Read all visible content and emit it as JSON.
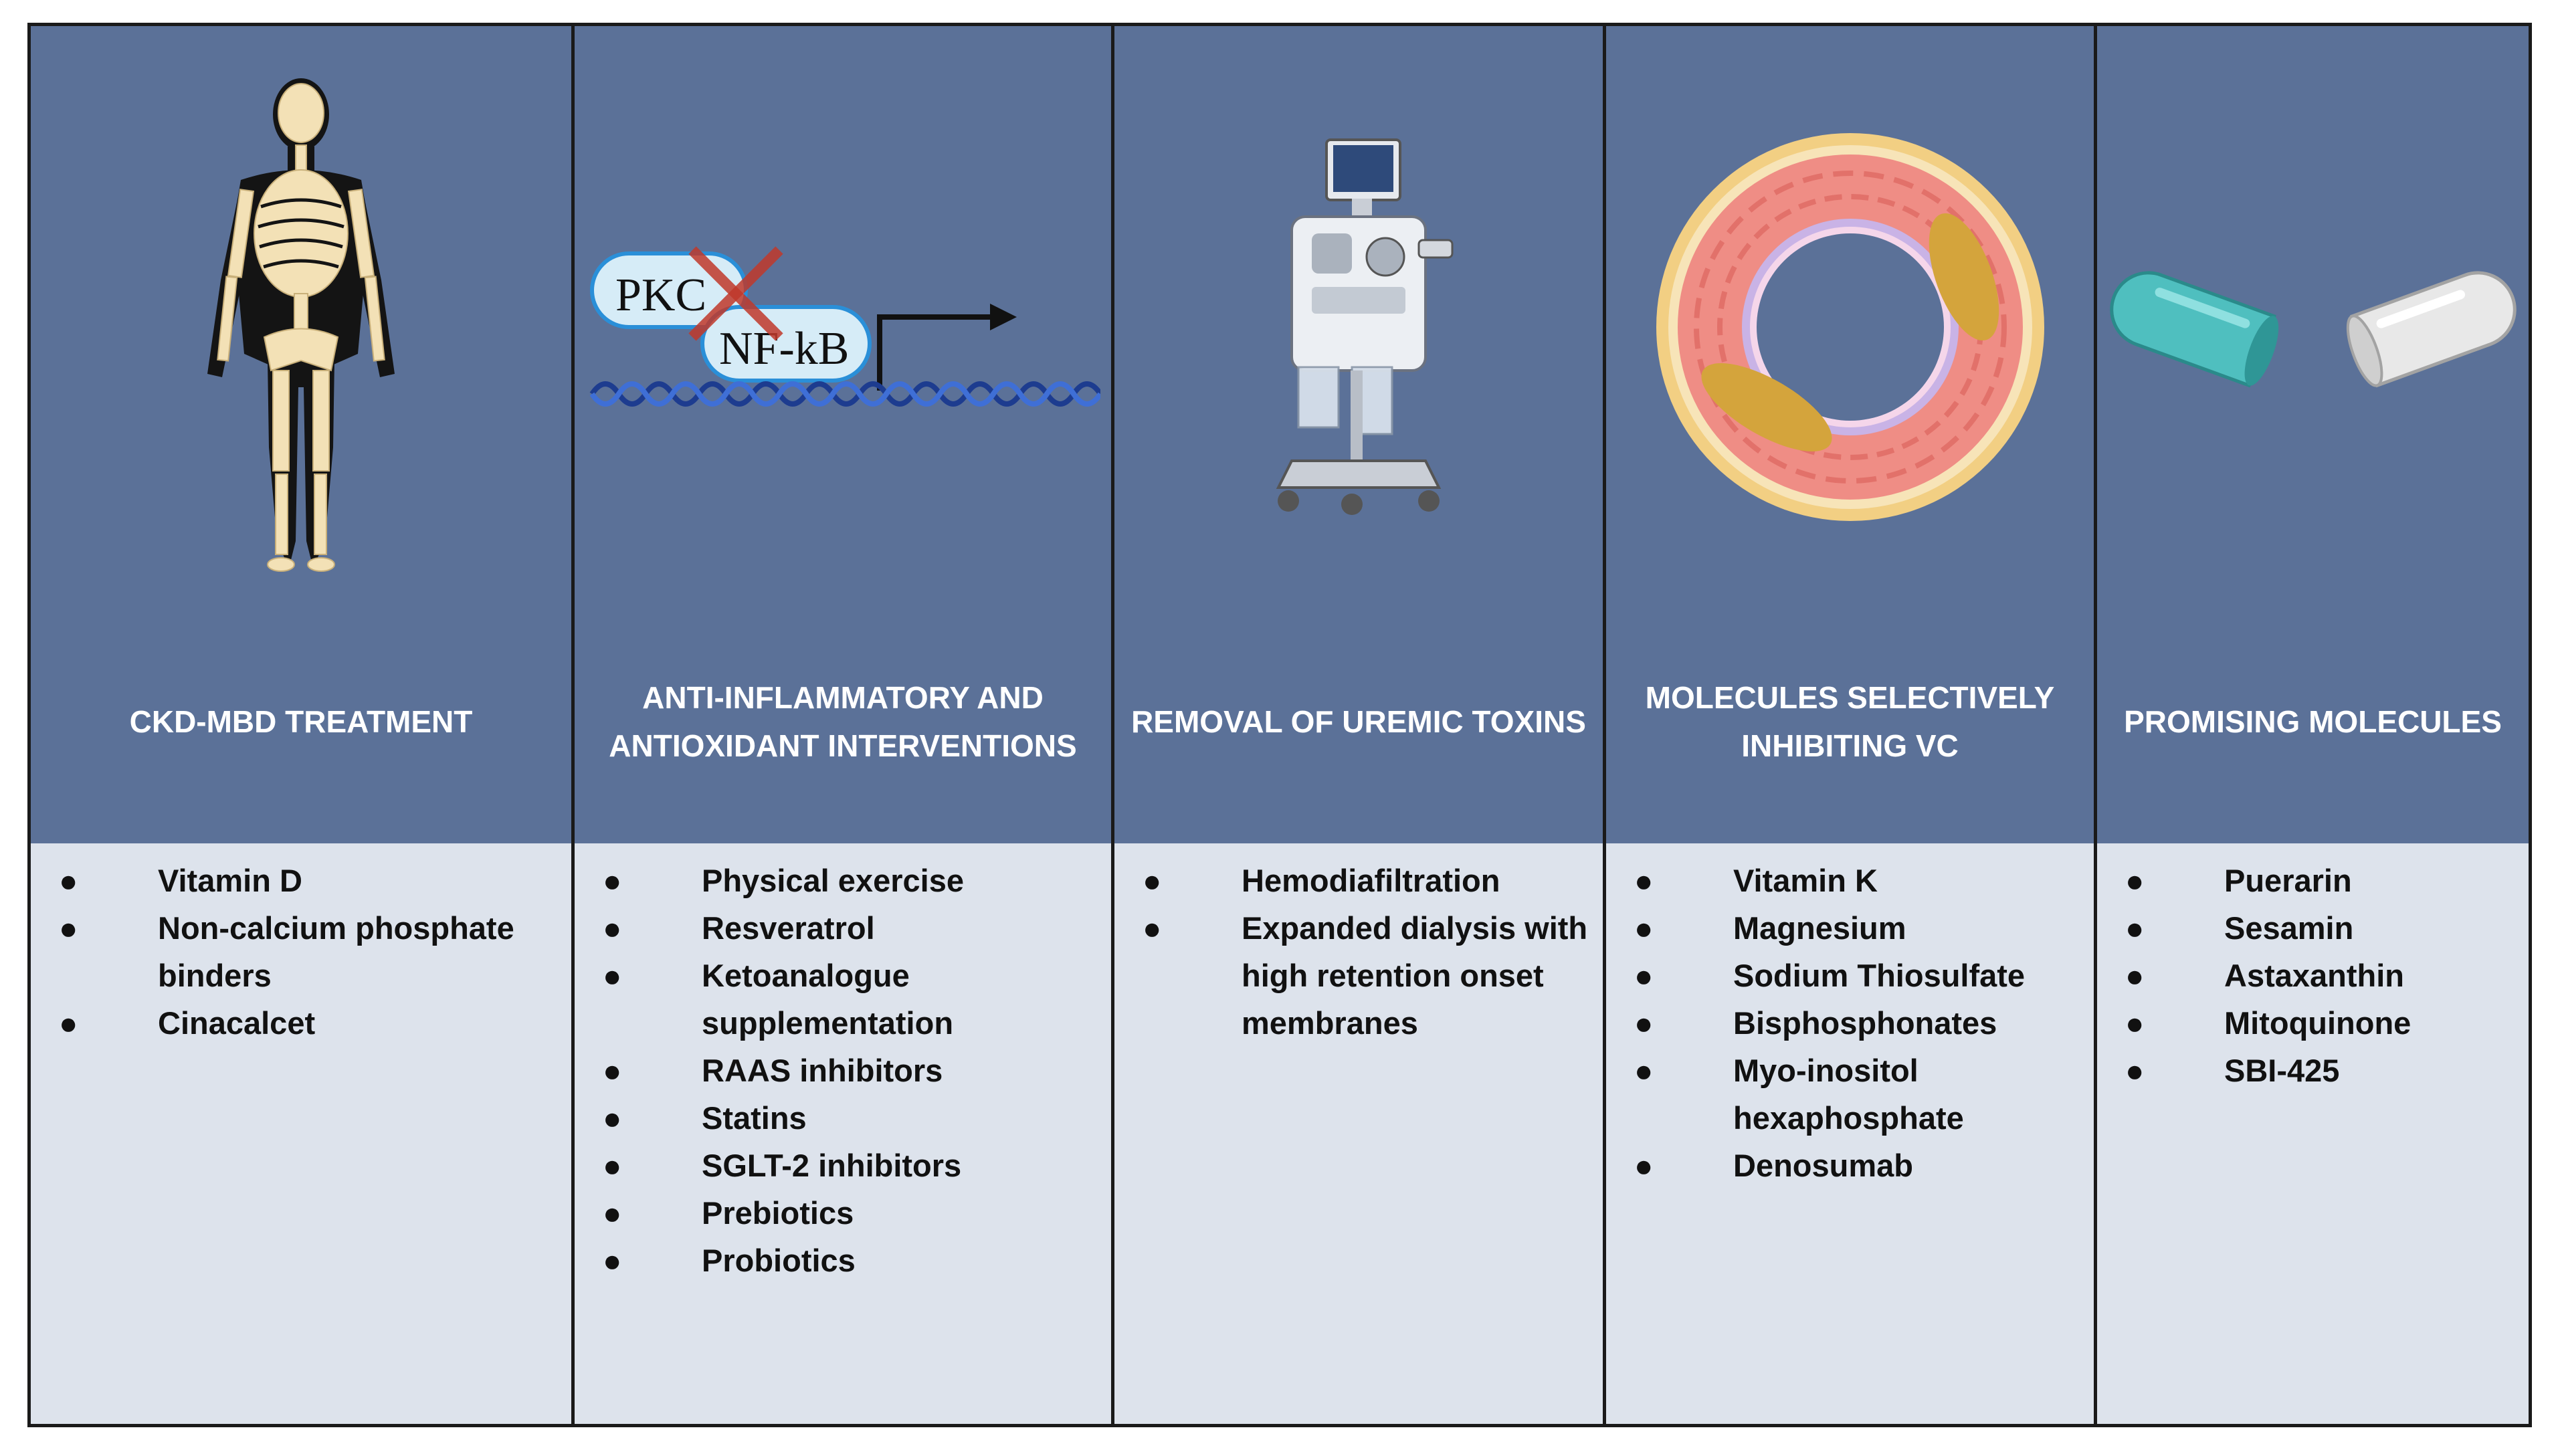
{
  "columns": [
    {
      "title": "CKD-MBD TREATMENT",
      "icon": "skeleton-icon",
      "items": [
        "Vitamin D",
        "Non-calcium phosphate binders",
        "Cinacalcet"
      ]
    },
    {
      "title": "ANTI-INFLAMMATORY AND ANTIOXIDANT INTERVENTIONS",
      "icon": "pkc-nfkb-inhibition-icon",
      "illustration": {
        "pkc_label": "PKC",
        "nfkb_label": "NF-kB"
      },
      "items": [
        "Physical exercise",
        "Resveratrol",
        "Ketoanalogue supplementation",
        "RAAS inhibitors",
        "Statins",
        "SGLT-2 inhibitors",
        "Prebiotics",
        "Probiotics"
      ]
    },
    {
      "title": "REMOVAL OF UREMIC TOXINS",
      "icon": "dialysis-machine-icon",
      "items": [
        "Hemodiafiltration",
        "Expanded dialysis with high retention onset membranes"
      ]
    },
    {
      "title": "MOLECULES SELECTIVELY INHIBITING VC",
      "icon": "calcified-artery-icon",
      "items": [
        "Vitamin K",
        "Magnesium",
        "Sodium Thiosulfate",
        "Bisphosphonates",
        "Myo-inositol hexaphosphate",
        "Denosumab"
      ]
    },
    {
      "title": "PROMISING MOLECULES",
      "icon": "capsule-icon",
      "items": [
        "Puerarin",
        "Sesamin",
        "Astaxanthin",
        "Mitoquinone",
        "SBI-425"
      ]
    }
  ],
  "colors": {
    "header": "#5b7198",
    "body": "#dde3ec",
    "border": "#1a1a1a"
  }
}
